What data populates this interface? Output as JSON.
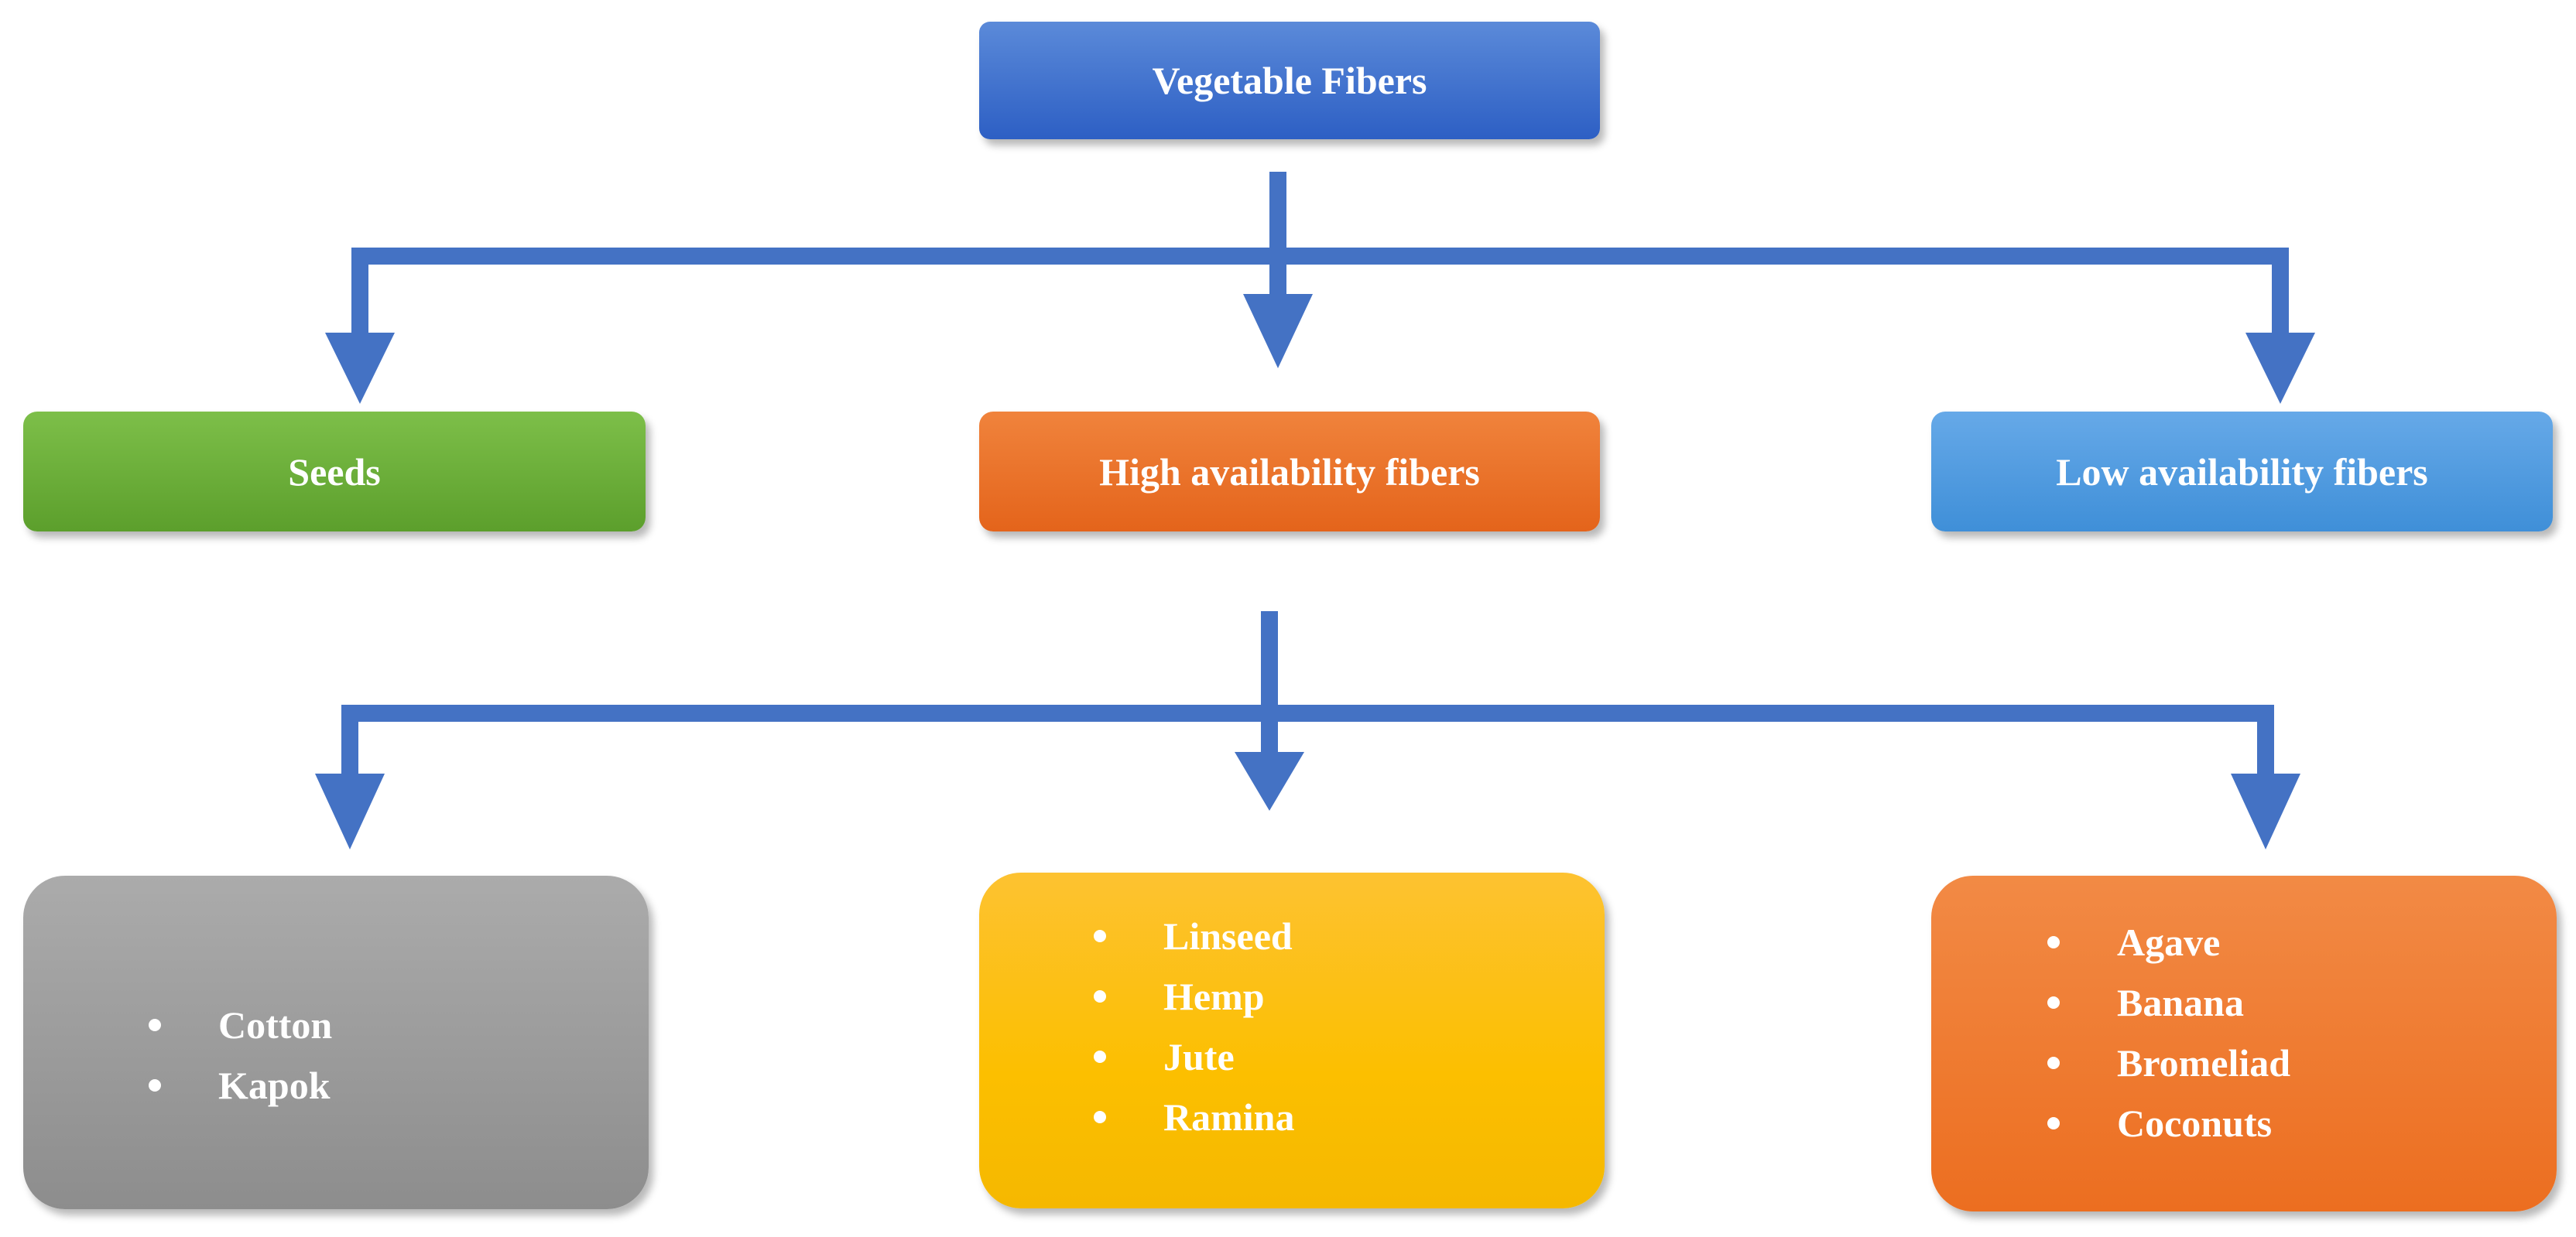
{
  "diagram": {
    "root": "Vegetable Fibers",
    "categories": [
      "Seeds",
      "High availability fibers",
      "Low availability fibers"
    ],
    "seed_fibers": [
      "Cotton",
      "Kapok"
    ],
    "high_availability_fibers": [
      "Linseed",
      "Hemp",
      "Jute",
      "Ramina"
    ],
    "low_availability_fibers": [
      "Agave",
      "Banana",
      "Bromeliad",
      "Coconuts"
    ]
  },
  "colors": {
    "connector": "#4472c4",
    "root": "#3a6bc9",
    "seeds": "#6aab3a",
    "high": "#ea7127",
    "low": "#5a9fe0",
    "seed_list": "#9b9b9b",
    "high_list": "#fcbf00",
    "low_list": "#ee7a30"
  }
}
